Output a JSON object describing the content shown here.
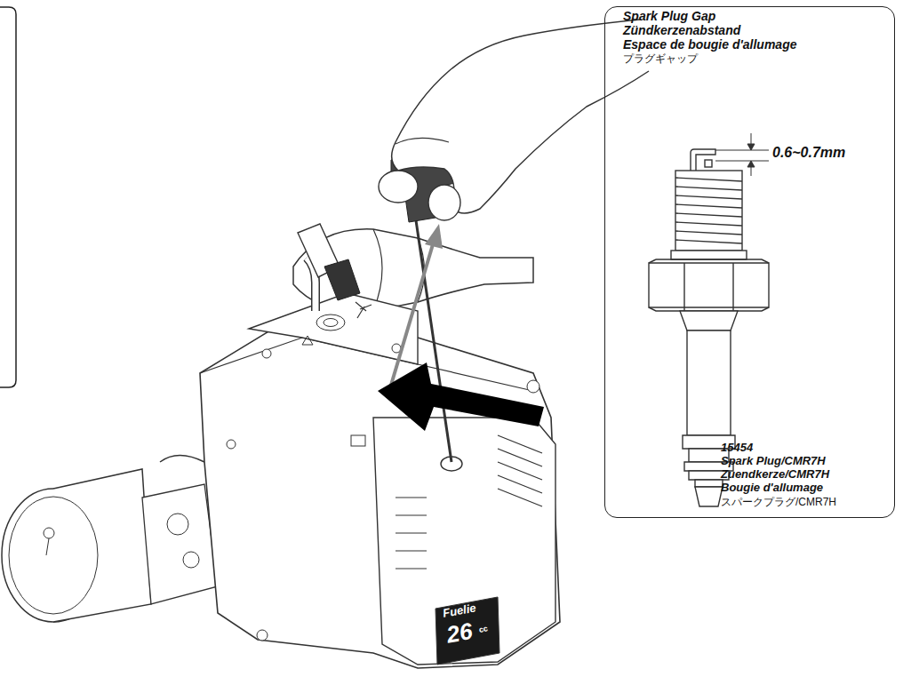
{
  "diagram": {
    "nodes": [
      {
        "text": [
          "Spark Plug Gap",
          "Zündkerzenabstand",
          "Espace de bougie d'allumage",
          "プラグギャップ",
          "0.6~0.7mm",
          "15454",
          "Spark Plug/CMR7H",
          "Zuendkerze/CMR7H",
          "Bougie d'allumage",
          "スパークプラグ/CMR7H"
        ]
      }
    ],
    "labels": [
      "Fuelie",
      "26",
      "cc"
    ]
  }
}
